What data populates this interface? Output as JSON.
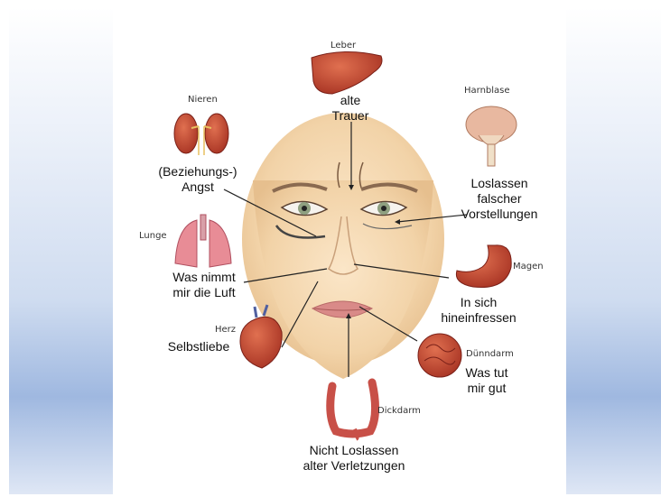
{
  "organs": {
    "leber": "Leber",
    "nieren": "Nieren",
    "harnblase": "Harnblase",
    "lunge": "Lunge",
    "magen": "Magen",
    "herz": "Herz",
    "duenndarm": "Dünndarm",
    "dickdarm": "Dickdarm"
  },
  "messages": {
    "leber": [
      "alte",
      "Trauer"
    ],
    "nieren": [
      "(Beziehungs-)",
      "Angst"
    ],
    "harnblase": [
      "Loslassen",
      "falscher",
      "Vorstellungen"
    ],
    "lunge": [
      "Was nimmt",
      "mir die Luft"
    ],
    "magen": [
      "In sich",
      "hineinfressen"
    ],
    "herz": [
      "Selbstliebe"
    ],
    "duenndarm": [
      "Was tut",
      "mir gut"
    ],
    "dickdarm": [
      "Nicht Loslassen",
      "alter Verletzungen"
    ]
  }
}
